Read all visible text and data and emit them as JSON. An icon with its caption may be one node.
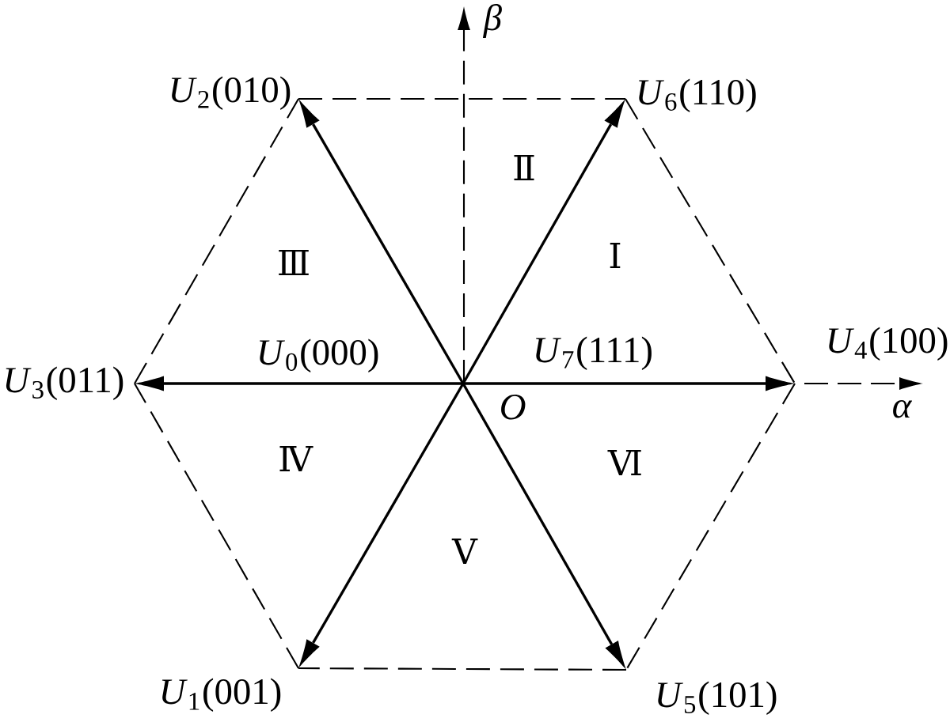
{
  "diagram": {
    "nodes": [
      {
        "text": [
          "*U*$_{2}$(010)"
        ]
      },
      {
        "text": [
          "*U*$_{6}$(110)"
        ]
      },
      {
        "text": [
          "*U*$_{4}$(100)"
        ]
      },
      {
        "text": [
          "*U*$_{3}$(011)"
        ]
      },
      {
        "text": [
          "O"
        ]
      },
      {
        "text": [
          "*U*$_{1}$(001)"
        ]
      },
      {
        "text": [
          "*U*$_{5}$(101)"
        ]
      }
    ],
    "edges": [
      {
        "from": 4,
        "to": 0,
        "arrow": "to"
      },
      {
        "from": 4,
        "to": 1,
        "arrow": "to"
      },
      {
        "from": 4,
        "to": 2,
        "arrow": "to"
      },
      {
        "from": 4,
        "to": 3,
        "arrow": "to"
      },
      {
        "from": 4,
        "to": 5,
        "arrow": "to"
      },
      {
        "from": 4,
        "to": 6,
        "arrow": "to"
      },
      {
        "from": 0,
        "to": 1,
        "arrow": "none",
        "style": "dashed"
      },
      {
        "from": 1,
        "to": 2,
        "arrow": "none",
        "style": "dashed"
      },
      {
        "from": 2,
        "to": 6,
        "arrow": "none",
        "style": "dashed"
      },
      {
        "from": 6,
        "to": 5,
        "arrow": "none",
        "style": "dashed"
      },
      {
        "from": 5,
        "to": 3,
        "arrow": "none",
        "style": "dashed"
      },
      {
        "from": 3,
        "to": 0,
        "arrow": "none",
        "style": "dashed"
      }
    ],
    "labels": [
      "β",
      "Ⅱ",
      "Ⅲ",
      "Ⅰ",
      "*U*$_{0}$(000)",
      "*U*$_{7}$(111)",
      "α",
      "Ⅳ",
      "Ⅵ",
      "Ⅴ"
    ]
  }
}
